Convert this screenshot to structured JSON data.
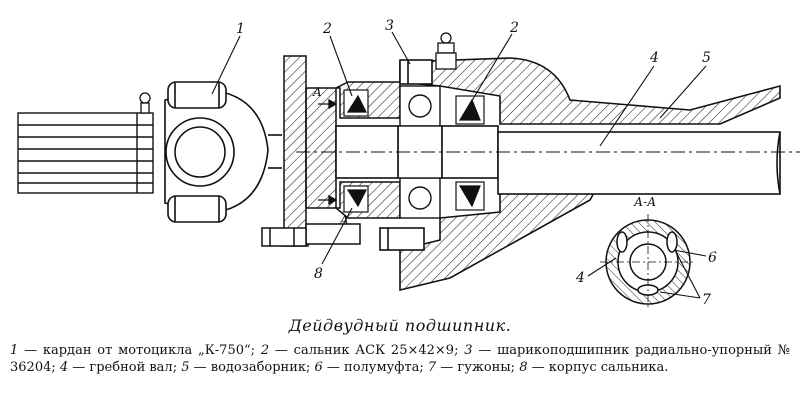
{
  "figure": {
    "callouts": {
      "c1": "1",
      "c2a": "2",
      "c2b": "2",
      "c3": "3",
      "c4": "4",
      "c5": "5",
      "c6": "6",
      "c7": "7",
      "c8": "8",
      "c4s": "4"
    },
    "section_marks": {
      "top": "A",
      "bottom": "A",
      "title": "А-А"
    }
  },
  "caption": {
    "title": "Дейдвудный подшипник.",
    "items": [
      {
        "num": "1",
        "text": " — кардан от мотоцикла „К-750“; "
      },
      {
        "num": "2",
        "text": " — сальник АСК 25×42×9; "
      },
      {
        "num": "3",
        "text": " — шарикоподшипник радиально-упорный № 36204; "
      },
      {
        "num": "4",
        "text": " — гребной вал; "
      },
      {
        "num": "5",
        "text": " — водозаборник; "
      },
      {
        "num": "6",
        "text": " — полумуфта; "
      },
      {
        "num": "7",
        "text": " — гужоны; "
      },
      {
        "num": "8",
        "text": " — корпус сальника."
      }
    ]
  }
}
